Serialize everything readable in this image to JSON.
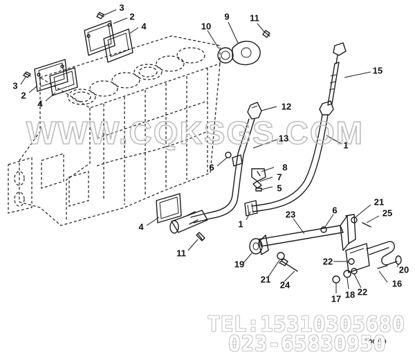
{
  "watermark": "WWW.CQKSGS.COM",
  "contact": {
    "tel_line": "TEL:15310305680",
    "phone_line": "023-65830950"
  },
  "figure_code": "L00079",
  "callouts": {
    "c3_top": "3",
    "c2_top": "2",
    "c4_top": "4",
    "c3_left": "3",
    "c2_left": "2",
    "c4_left": "4",
    "c10": "10",
    "c9": "9",
    "c11_top": "11",
    "c15": "15",
    "c12": "12",
    "c13": "13",
    "c1_right": "1",
    "c6_mid": "6",
    "c8": "8",
    "c7": "7",
    "c5": "5",
    "c4_bottom": "4",
    "c1_bottom": "1",
    "c11_bottom": "11",
    "c23": "23",
    "c6_right": "6",
    "c21_top": "21",
    "c25": "25",
    "c19": "19",
    "c22_mid": "22",
    "c20": "20",
    "c21_bottom": "21",
    "c24": "24",
    "c16": "16",
    "c17": "17",
    "c18": "18",
    "c22_bottom": "22"
  }
}
